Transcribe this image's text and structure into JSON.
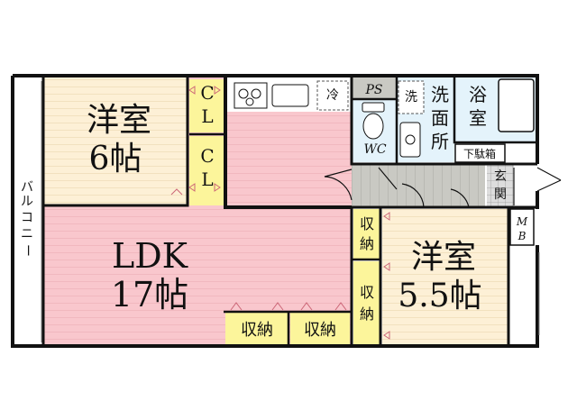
{
  "rooms": {
    "western6": {
      "line1": "洋室",
      "line2": "6帖"
    },
    "ldk": {
      "line1": "LDK",
      "line2": "17帖"
    },
    "western55": {
      "line1": "洋室",
      "line2": "5.5帖"
    },
    "washroom": {
      "c1": "洗",
      "c2": "面",
      "c3": "所"
    },
    "bath": {
      "c1": "浴",
      "c2": "室"
    },
    "genkan": {
      "c1": "玄",
      "c2": "関"
    },
    "balcony": {
      "c1": "バ",
      "c2": "ル",
      "c3": "コ",
      "c4": "ニ",
      "c5": "ー"
    }
  },
  "storage": {
    "cl": "CL",
    "shuno": "収納",
    "shuno_v1": "収",
    "shuno_v2": "納"
  },
  "fixtures": {
    "ps": "PS",
    "fridge": "冷",
    "washer": "洗",
    "wc": "WC",
    "getabako": "下駄箱",
    "mb_m": "M",
    "mb_b": "B"
  },
  "colors": {
    "ldk": "#f9c7cd",
    "western": "#fdf0d6",
    "closet": "#fcf59b",
    "wet": "#e4f3fb",
    "entry": "#c9c9c3",
    "wall": "#111111"
  }
}
